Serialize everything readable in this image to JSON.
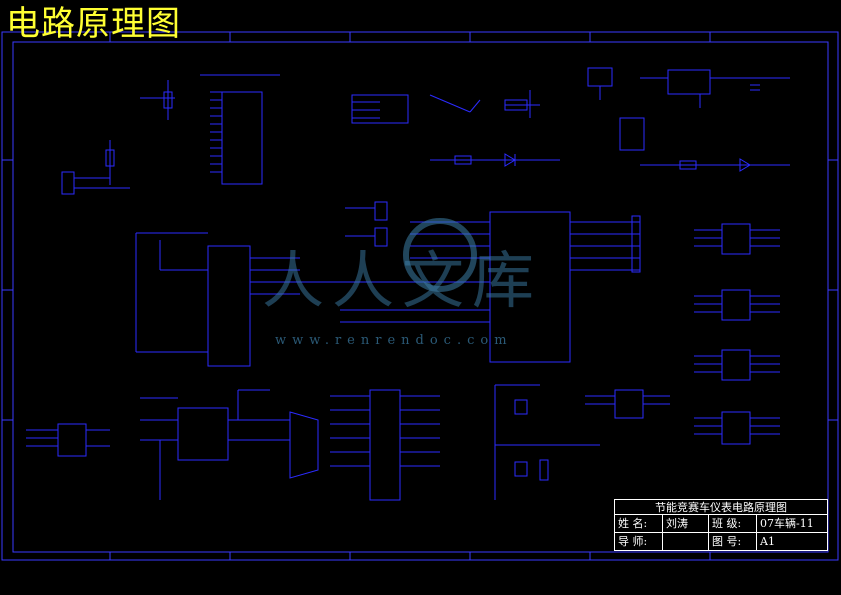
{
  "title": "电路原理图",
  "title_block": {
    "heading": "节能竞赛车仪表电路原理图",
    "name_label": "姓 名:",
    "name_value": "刘涛",
    "class_label": "班 级:",
    "class_value": "07车辆-11",
    "advisor_label": "导 师:",
    "advisor_value": "",
    "drawing_no_label": "图 号:",
    "drawing_no_value": "A1"
  },
  "watermark": {
    "text": "人人文库",
    "url": "www.renrendoc.com"
  },
  "colors": {
    "background": "#000000",
    "wire": "#2b2bff",
    "frame": "#3a3aff",
    "title": "#ffff33",
    "title_block": "#ffffff",
    "watermark": "#3d7fa8"
  }
}
